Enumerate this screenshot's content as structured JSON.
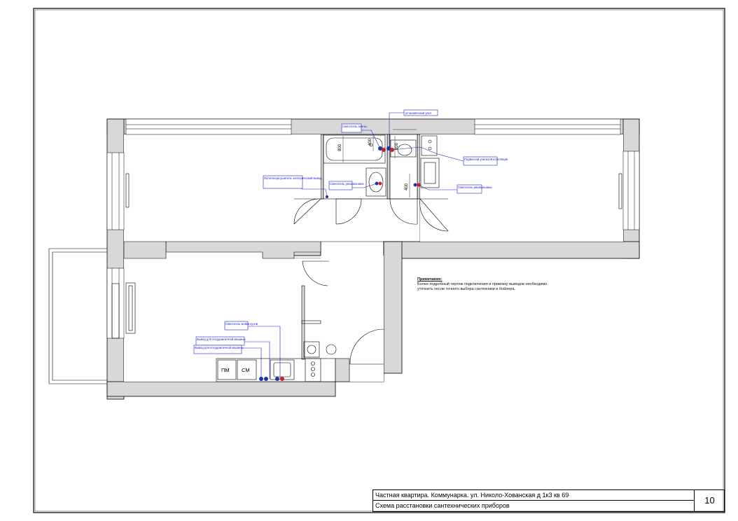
{
  "labels": {
    "l1": "установочный узел",
    "l2": "Смеситель ванны",
    "l3": "Полотенцесушитель электрический вывод",
    "l4": "Смеситель умывальника",
    "l5": "Подвесной унитаз Инсталляция",
    "l6": "Смеситель умывальника",
    "l7": "Смеситель мойки кухни",
    "l8": "Вывод для посудомоечной машины",
    "l9": "Вывод для посудомоечной машины"
  },
  "dims": {
    "d800a": "800",
    "d400a": "400",
    "d800b": "800",
    "d400b": "400"
  },
  "appliances": {
    "pm": "ПМ",
    "sm": "СМ"
  },
  "note": {
    "title": "Примечание:",
    "text": "Более подробный чертеж подключения и привязку выводов необходимо уточнить после точного выбора сантехники и бойлера."
  },
  "title_block": {
    "line1": "Частная квартира. Коммунарка. ул. Николо-Хованская д 1к3 кв 69",
    "line2": "Схема расстановки сантехнических приборов",
    "sheet_number": "10"
  },
  "colors": {
    "wall": "#d8d8d8",
    "line": "#000000",
    "callout": "#2222cc",
    "hot": "#cc2222",
    "cold": "#2233aa"
  }
}
